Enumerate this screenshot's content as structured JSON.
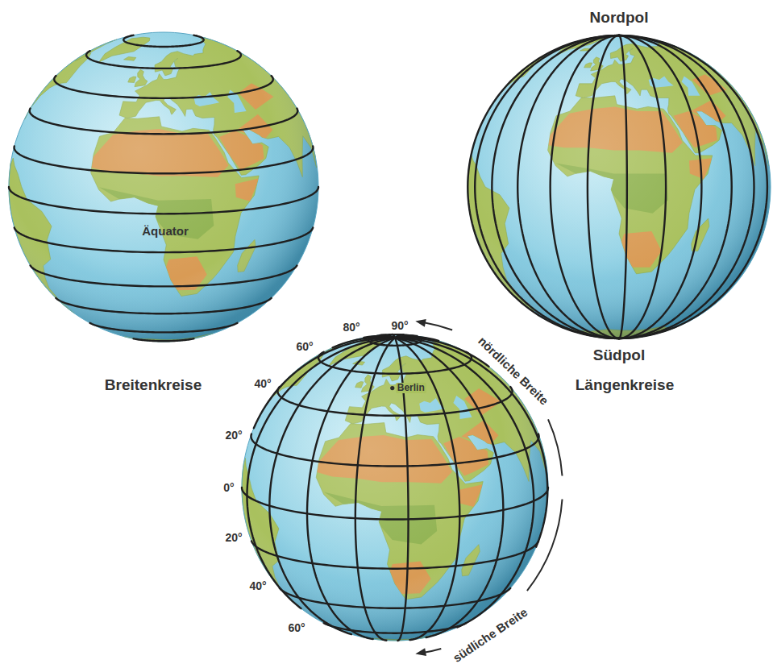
{
  "diagram": {
    "labels": [
      "Äquator",
      "Nordpol",
      "Südpol",
      "Breitenkreise",
      "Längenkreise",
      "90°",
      "80°",
      "60°",
      "40°",
      "20°",
      "0°",
      "20°",
      "40°",
      "60°",
      "nördliche Breite",
      "südliche Breite",
      "Berlin"
    ]
  }
}
